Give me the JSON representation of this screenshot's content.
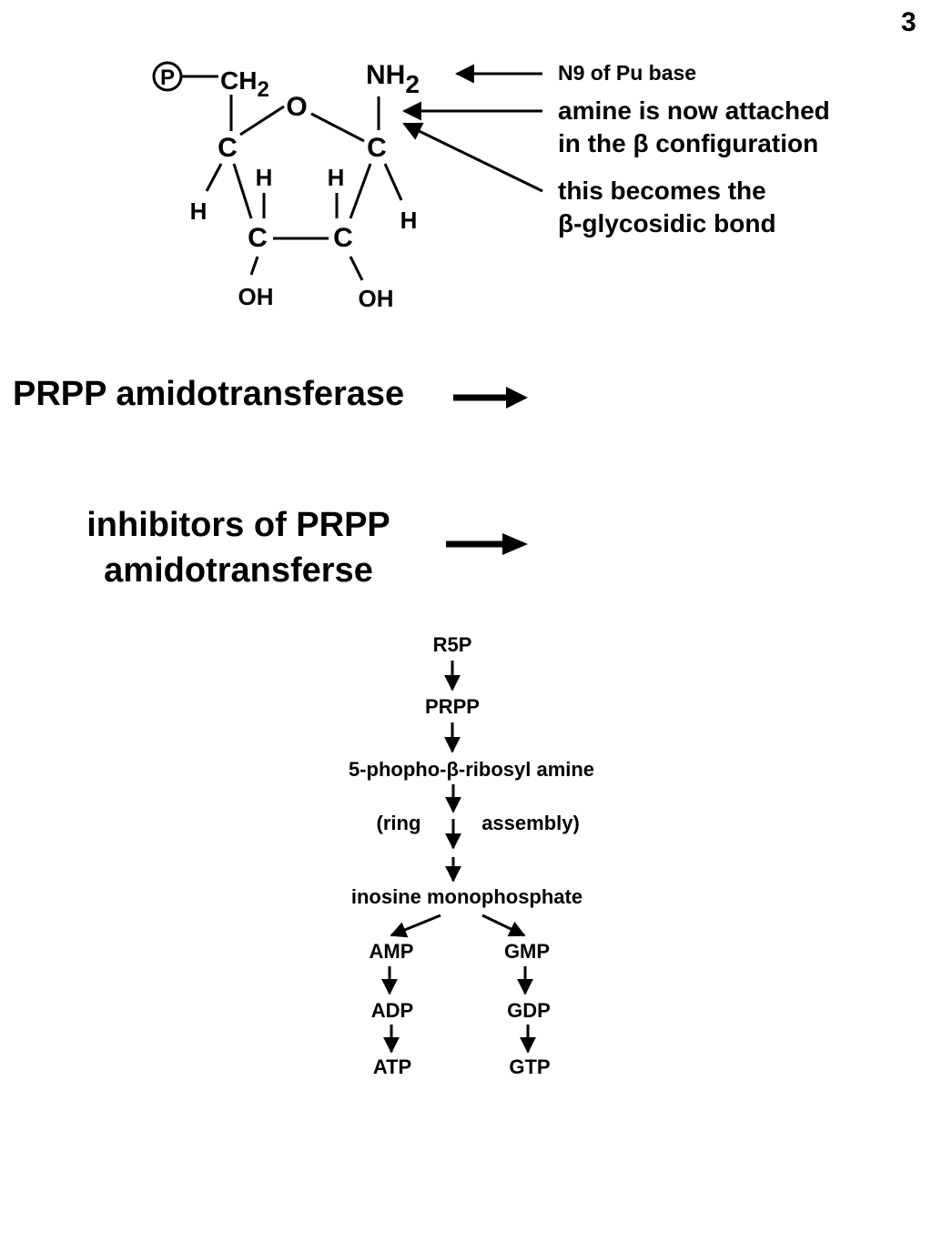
{
  "page_number": "3",
  "structure": {
    "atoms": {
      "phosphate": "P",
      "ch2": "CH",
      "ch2_sub": "2",
      "ring_o": "O",
      "nh2": "NH",
      "nh2_sub": "2",
      "c4": "C",
      "c1": "C",
      "c3": "C",
      "c2": "C",
      "h_c4": "H",
      "h_c3": "H",
      "h_c2": "H",
      "h_c1": "H",
      "oh_c3": "OH",
      "oh_c2": "OH"
    }
  },
  "annotations": {
    "n9": "N9 of Pu base",
    "amine_line1": "amine is now attached",
    "amine_line2": "in the β configuration",
    "glyco_line1": "this becomes the",
    "glyco_line2": "β-glycosidic bond"
  },
  "headings": {
    "enzyme": "PRPP amidotransferase",
    "inhibitors_line1": "inhibitors of PRPP",
    "inhibitors_line2": "amidotransferse"
  },
  "pathway": {
    "r5p": "R5P",
    "prpp": "PRPP",
    "amine": "5-phopho-β-ribosyl amine",
    "ring_left": "(ring",
    "ring_right": "assembly)",
    "imp": "inosine monophosphate",
    "amp": "AMP",
    "adp": "ADP",
    "atp": "ATP",
    "gmp": "GMP",
    "gdp": "GDP",
    "gtp": "GTP"
  }
}
